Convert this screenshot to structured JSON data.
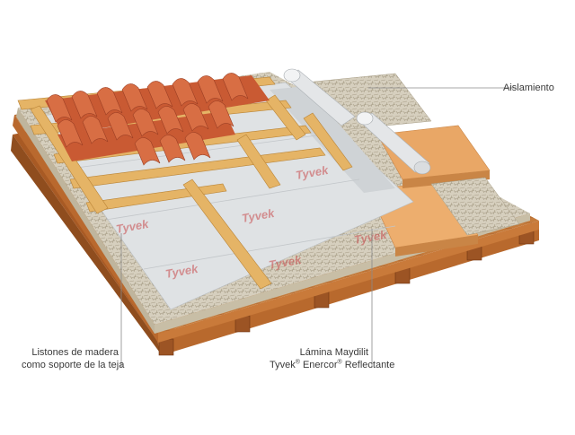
{
  "labels": {
    "aislamiento": "Aislamiento",
    "listones_line1": "Listones de madera",
    "listones_line2": "como soporte de la teja",
    "lamina_line1": "Lámina Maydilit",
    "lamina_tyvek": "Tyvek",
    "lamina_reg1": "®",
    "lamina_enercor": " Enercor",
    "lamina_reg2": "®",
    "lamina_reflectante": " Reflectante"
  },
  "membrane_print": "Tyvek",
  "colors": {
    "wood": "#c9803f",
    "wood_dark": "#8f4d1e",
    "batten": "#e5b466",
    "membrane": "#d9dde0",
    "insulation_board": "#e9a766",
    "tile": "#d2663c",
    "tile_dark": "#a9432a",
    "fiber": "#cfc8b6"
  }
}
